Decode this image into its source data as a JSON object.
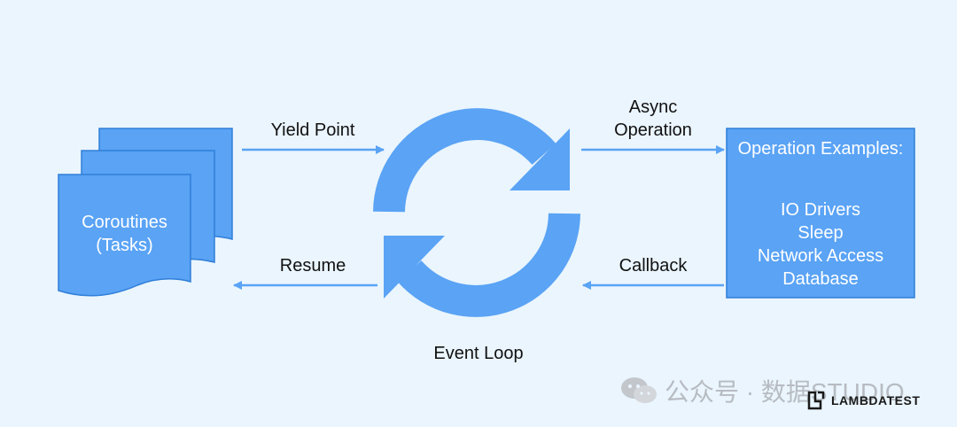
{
  "colors": {
    "background": "#eaf5fd",
    "accent": "#5aa3f5",
    "accent_dark": "#2f7fd8",
    "text": "#111111",
    "box_text": "#ffffff"
  },
  "coroutines": {
    "line1": "Coroutines",
    "line2": "(Tasks)"
  },
  "labels": {
    "yield_point": "Yield Point",
    "resume": "Resume",
    "async_line1": "Async",
    "async_line2": "Operation",
    "callback": "Callback",
    "event_loop": "Event Loop"
  },
  "operation_box": {
    "title": "Operation Examples:",
    "items": [
      "IO Drivers",
      "Sleep",
      "Network Access",
      "Database"
    ]
  },
  "watermark": {
    "text": "公众号 · 数据STUDIO",
    "icon": "wechat-bubble-icon"
  },
  "brand": {
    "name": "LAMBDATEST",
    "icon": "lambdatest-logo-icon"
  }
}
